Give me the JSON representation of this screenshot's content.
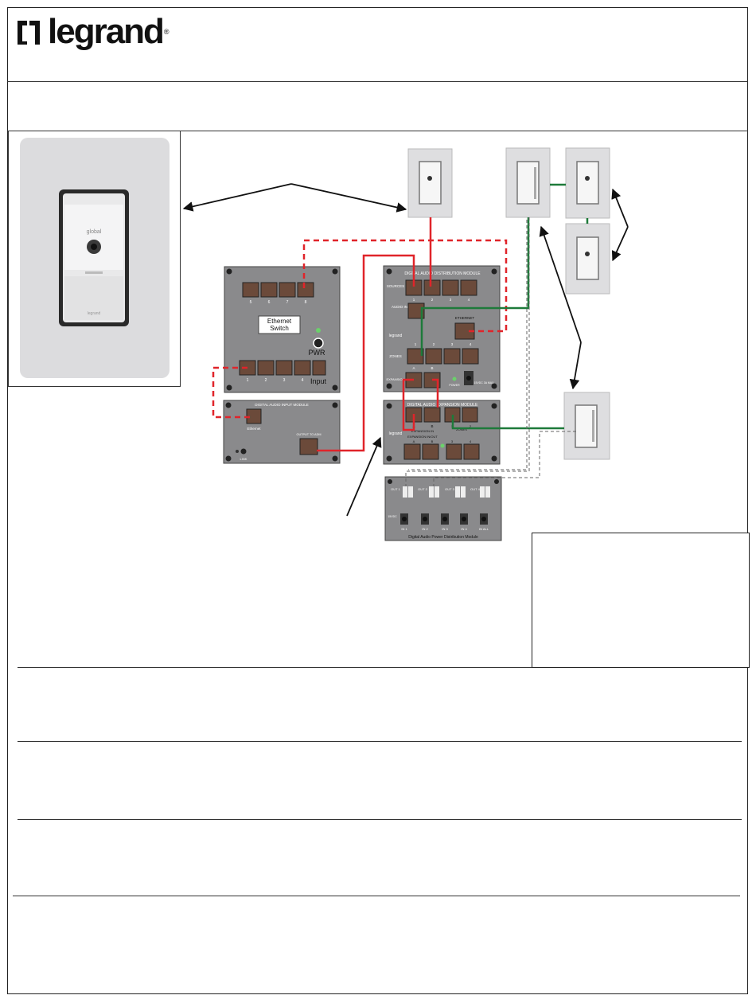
{
  "header": {
    "logo_text": "legrand",
    "logo_mark": "®"
  },
  "diagram": {
    "ethernet_switch": {
      "label_line1": "Ethernet",
      "label_line2": "Switch",
      "pwr_label": "PWR",
      "input_label": "Input",
      "port_numbers_top": [
        "5",
        "6",
        "7",
        "8"
      ],
      "port_numbers_bottom": [
        "1",
        "2",
        "3",
        "4"
      ]
    },
    "input_module": {
      "title": "DIGITAL AUDIO INPUT MODULE",
      "ethernet_label": "Ethernet",
      "output_label": "OUTPUT TO ADM",
      "led_label": "LINK"
    },
    "distribution_module": {
      "title": "DIGITAL AUDIO DISTRIBUTION MODULE",
      "sources_label": "SOURCES",
      "source_numbers": [
        "1",
        "2",
        "3",
        "4"
      ],
      "audio_in_label": "AUDIO IN",
      "brand_label": "legrand",
      "ethernet_label": "ETHERNET",
      "zones_label": "ZONES",
      "zone_numbers": [
        "1",
        "2",
        "3",
        "4"
      ],
      "expansion_label": "EXPANSION",
      "expansion_ports": [
        "A",
        "B"
      ],
      "power_label": "POWER",
      "dc_label": "15VDC 3A MAX"
    },
    "expansion_module": {
      "title": "DIGITAL AUDIO EXPANSION MODULE",
      "brand_label": "legrand",
      "expansion_in_label": "EXPANSION IN",
      "expansion_in_out_label": "EXPANSION IN/OUT",
      "ports_ab": [
        "A",
        "B"
      ],
      "zones_label": "ZONES",
      "zone_numbers": [
        "1",
        "2",
        "3",
        "4"
      ]
    },
    "power_module": {
      "title": "Digital Audio Power Distribution Module",
      "out_labels": [
        "OUT 1",
        "OUT 2",
        "OUT 3",
        "OUT 4"
      ],
      "in_labels": [
        "IN 1",
        "IN 2",
        "IN 3",
        "IN 4",
        "IN ALL"
      ],
      "dc_label": "15VDC"
    },
    "keypad_brand": "global",
    "keypad_logo": "legrand"
  },
  "colors": {
    "red_cable": "#e0242a",
    "green_cable": "#1e7a3a",
    "module_gray": "#8a8a8c",
    "port_brown": "#6b4a3a"
  }
}
